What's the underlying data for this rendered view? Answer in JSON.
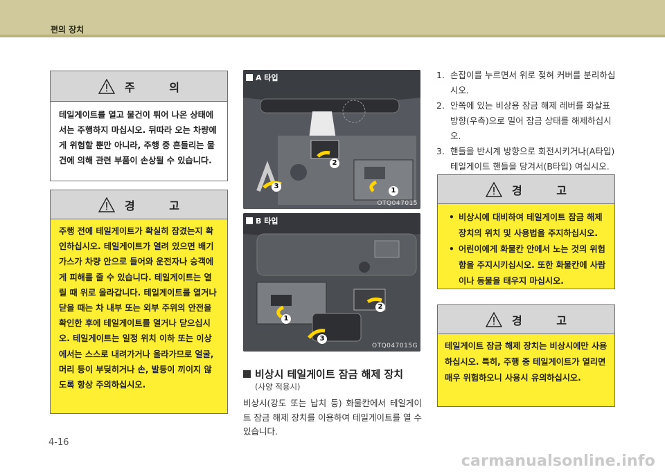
{
  "header": {
    "title": "편의 장치"
  },
  "caution": {
    "title": "주 의",
    "text": "테일게이트를 열고 물건이 튀어 나온 상태에서는 주행하지 마십시오. 뒤따라 오는 차량에게 위험할 뿐만 아니라, 주행 중 흔들리는 물건에 의해 관련 부품이 손상될 수 있습니다."
  },
  "warning1": {
    "title": "경 고",
    "text": "주행 전에 테일게이트가 확실히 잠겼는지 확인하십시오. 테일게이트가 열려 있으면 배기가스가 차량 안으로 들어와 운전자나 승객에게 피해를 줄 수 있습니다. 테일게이트는 열릴 때 위로 올라갑니다. 테일게이트를 열거나 닫을 때는 차 내부 또는 외부 주위의 안전을 확인한 후에 테일게이트를 열거나 닫으십시오. 테일게이트는 일정 위치 이하 또는 이상에서는 스스로 내려가거나 올라가므로 얼굴, 머리 등이 부딪히거나 손, 발등이 끼이지 않도록 항상 주의하십시오."
  },
  "figures": {
    "a": {
      "label": "A 타입",
      "code": "OTQ047015",
      "markers": [
        "1",
        "2",
        "3"
      ]
    },
    "b": {
      "label": "B 타입",
      "code": "OTQ047015G",
      "markers": [
        "1",
        "2",
        "3"
      ]
    }
  },
  "section": {
    "title": "비상시 테일게이트 잠금 해제 장치",
    "subtitle": "(사양 적용시)",
    "paragraph": "비상시(강도 또는 납치 등) 화물칸에서 테일게이트 잠금 해제 장치를 이용하여 테일게이트를 열 수 있습니다."
  },
  "steps": [
    {
      "num": "1.",
      "text": "손잡이를 누르면서 위로 젖혀 커버를 분리하십시오."
    },
    {
      "num": "2.",
      "text": "안쪽에 있는 비상용 잠금 해제 레버를 화살표 방향(우측)으로 밀어 잠금 상태를 해제하십시오."
    },
    {
      "num": "3.",
      "text": "핸들을 반시계 방향으로 회전시키거나(A타입) 테일게이트 핸들을 당겨서(B타입) 여십시오."
    }
  ],
  "warning2": {
    "title": "경 고",
    "items": [
      "비상시에 대비하여 테일게이트 잠금 해제 장치의 위치 및 사용법을 주지하십시오.",
      "어린이에게 화물칸 안에서 노는 것의 위험함을 주지시키십시오. 또한 화물칸에 사람이나 동물을 태우지 마십시오."
    ]
  },
  "warning3": {
    "title": "경 고",
    "text": "테일게이트 잠금 해제 장치는 비상시에만 사용하십시오. 특히, 주행 중 테일게이트가 열리면 매우 위험하오니 사용시 유의하십시오."
  },
  "page": {
    "number": "4-16"
  },
  "watermark": "carmanualsonline.info",
  "colors": {
    "header": "#cfc99c",
    "warning_bg": "#ffef33",
    "box_head": "#d6d6d6"
  }
}
